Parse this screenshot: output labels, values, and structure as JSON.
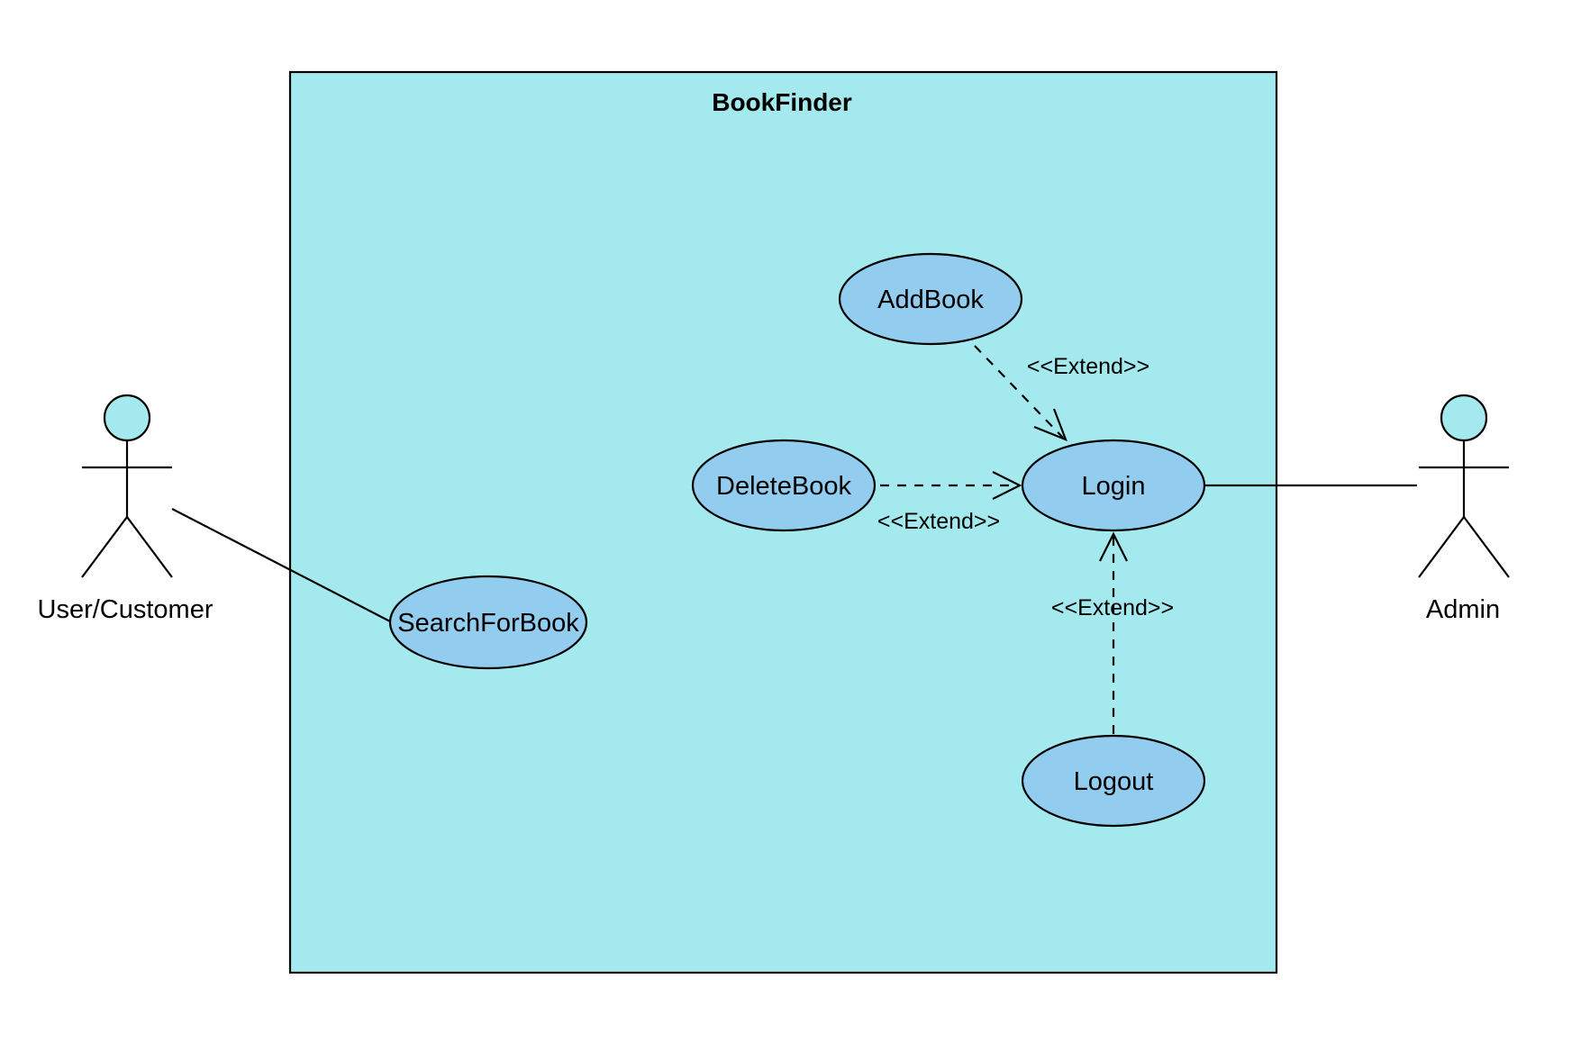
{
  "colors": {
    "system_fill": "#A3E9ED",
    "usecase_fill": "#92CDF0",
    "actor_head_fill": "#A3E9ED",
    "stroke": "#000000"
  },
  "system": {
    "title": "BookFinder"
  },
  "actors": {
    "user": {
      "label": "User/Customer"
    },
    "admin": {
      "label": "Admin"
    }
  },
  "usecases": {
    "add_book": {
      "label": "AddBook"
    },
    "delete_book": {
      "label": "DeleteBook"
    },
    "login": {
      "label": "Login"
    },
    "logout": {
      "label": "Logout"
    },
    "search_for_book": {
      "label": "SearchForBook"
    }
  },
  "relations": {
    "add_book_extend": {
      "label": "<<Extend>>"
    },
    "delete_book_extend": {
      "label": "<<Extend>>"
    },
    "logout_extend": {
      "label": "<<Extend>>"
    }
  }
}
